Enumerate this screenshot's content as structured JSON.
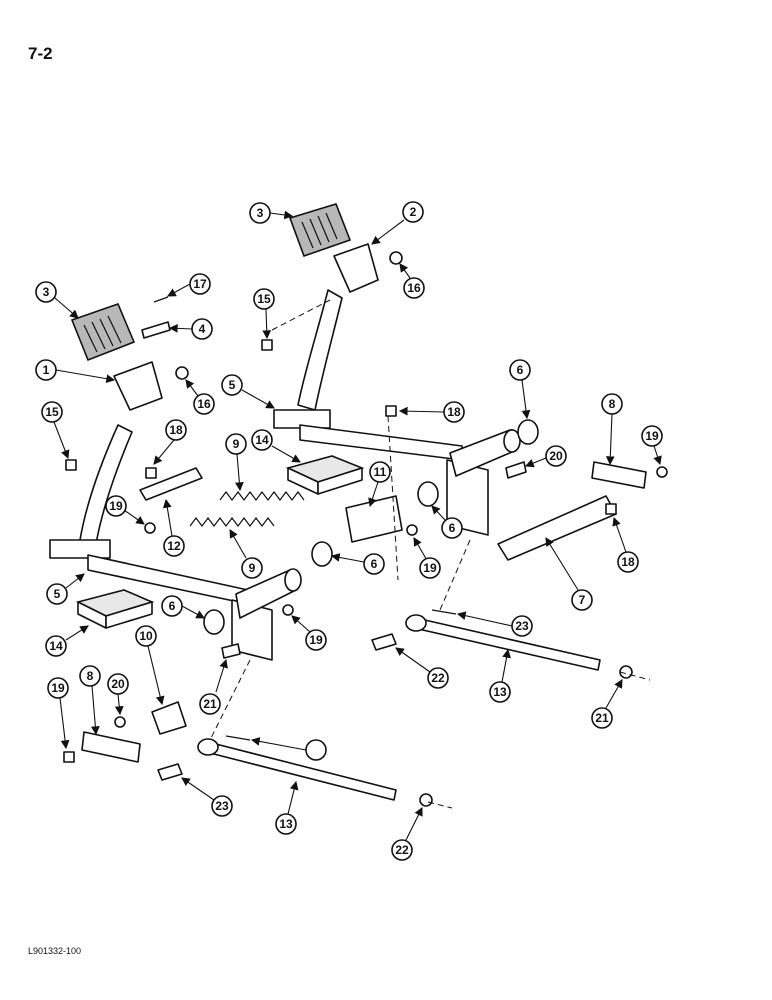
{
  "page": {
    "page_number": "7-2",
    "figure_code": "L901332-100"
  },
  "callouts": [
    "1",
    "2",
    "3",
    "3",
    "4",
    "5",
    "5",
    "6",
    "6",
    "6",
    "6",
    "7",
    "8",
    "8",
    "9",
    "9",
    "10",
    "11",
    "12",
    "13",
    "13",
    "14",
    "14",
    "15",
    "15",
    "16",
    "16",
    "17",
    "18",
    "18",
    "18",
    "19",
    "19",
    "19",
    "19",
    "19",
    "20",
    "20",
    "21",
    "21",
    "22",
    "22",
    "23",
    "23"
  ]
}
